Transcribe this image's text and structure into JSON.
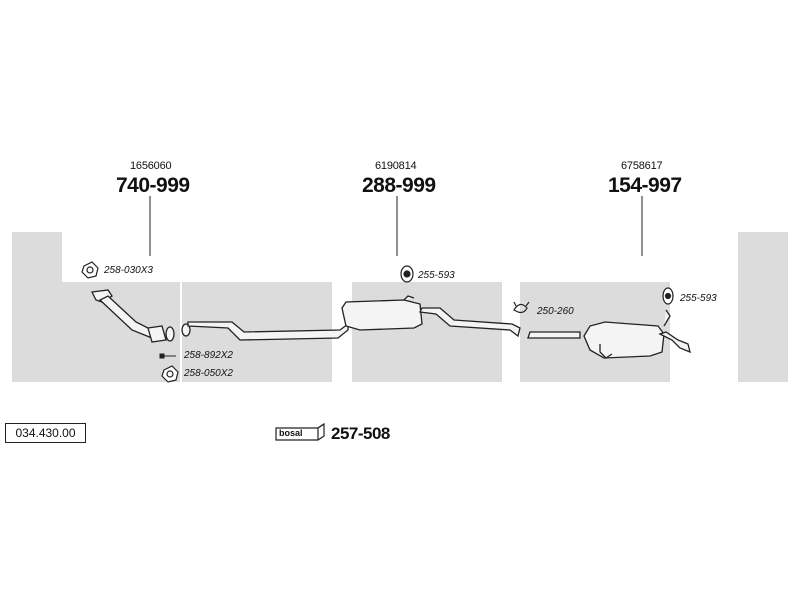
{
  "watermark": "bosal",
  "reference_number": "034.430.00",
  "main_parts": [
    {
      "oem": "1656060",
      "part": "740-999"
    },
    {
      "oem": "6190814",
      "part": "288-999"
    },
    {
      "oem": "6758617",
      "part": "154-997"
    }
  ],
  "fittings": [
    {
      "part": "258-030X3"
    },
    {
      "part": "258-892X2"
    },
    {
      "part": "258-050X2"
    },
    {
      "part": "255-593"
    },
    {
      "part": "250-260"
    },
    {
      "part": "255-593"
    }
  ],
  "mounting_kit": {
    "logo": "bosal",
    "part": "257-508"
  }
}
